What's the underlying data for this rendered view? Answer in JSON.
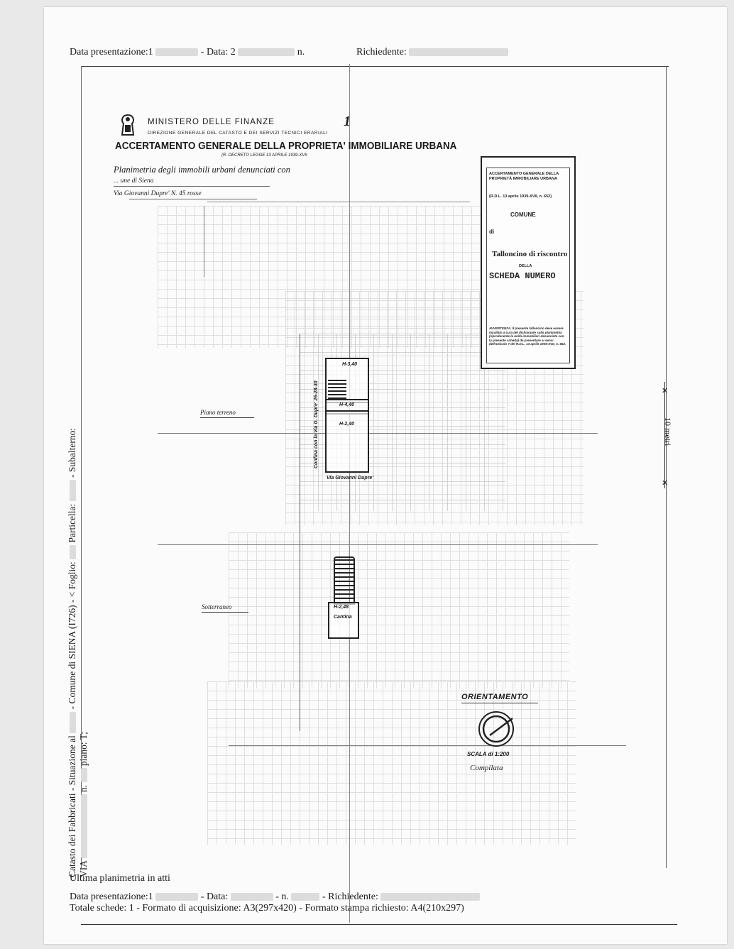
{
  "header": {
    "data_presentazione_label": "Data presentazione:1",
    "data_label": "- Data: 2",
    "n_label": "n.",
    "richiedente_label": "Richiedente:"
  },
  "ministry": {
    "name": "MINISTERO DELLE FINANZE",
    "direction": "DIREZIONE GENERALE DEL CATASTO E DEI SERVIZI TECNICI ERARIALI",
    "title": "ACCERTAMENTO GENERALE DELLA PROPRIETA' IMMOBILIARE URBANA",
    "decree": "(R. DECRETO LEGGE 13 APRILE 1939-XVII",
    "sheet_number": "1"
  },
  "handwritten": {
    "line1": "Planimetria degli immobili urbani denunciati con",
    "line2": "... une di Siena",
    "line3": "Via Giovanni Dupre' N. 45 rosse"
  },
  "stamp": {
    "heading": "ACCERTAMENTO GENERALE DELLA PROPRIETÀ IMMOBILIARE URBANA",
    "decree": "(R.D.L. 13 aprile 1939-XVII, n. 652)",
    "comune": "COMUNE",
    "di": "di",
    "talloncino": "Talloncino di riscontro",
    "della": "DELLA",
    "scheda": "SCHEDA NUMERO",
    "avvertenza": "AVVERTENZA. Il presente talloncino deve essere incollato a cura del dichiarante sulla planimetria (riproducente le unità immobiliari denunciate con la presente scheda) da presentare ai sensi dell'articolo 7 del R.D.L. 13 aprile 1939-XVII, n. 652."
  },
  "plan": {
    "piano_terreno": "Piano terreno",
    "sotterraneo": "Sotterraneo",
    "street_label": "Via Giovanni Dupre'",
    "side_label": "Confina con la Via G. Dupre' 26-28-30",
    "h1": "H-3,40",
    "h2": "H-4,40",
    "h3": "H-2,40",
    "h4": "H-2,48",
    "cantina": "Cantina"
  },
  "orientation": {
    "title": "ORIENTAMENTO",
    "scala": "SCALA di 1:200",
    "compilata": "Compilata"
  },
  "scale_bar": {
    "label": "10 metri"
  },
  "left_margin": {
    "text1": "Catasto dei Fabbricati - Situazione al",
    "text2": "- Comune di SIENA (I726) - < Foglio:",
    "text3": "Particella:",
    "text4": "- Subalterno:",
    "text5": "VIA",
    "text6": "n.",
    "text7": "piano: T;"
  },
  "footer": {
    "ultima": "Ultima planimetria in atti",
    "presentazione": "Data presentazione:1",
    "data": "- Data:",
    "n": "- n.",
    "richiedente": "- Richiedente:",
    "totale": "Totale schede: 1 - Formato di acquisizione: A3(297x420)  - Formato stampa richiesto: A4(210x297)"
  }
}
